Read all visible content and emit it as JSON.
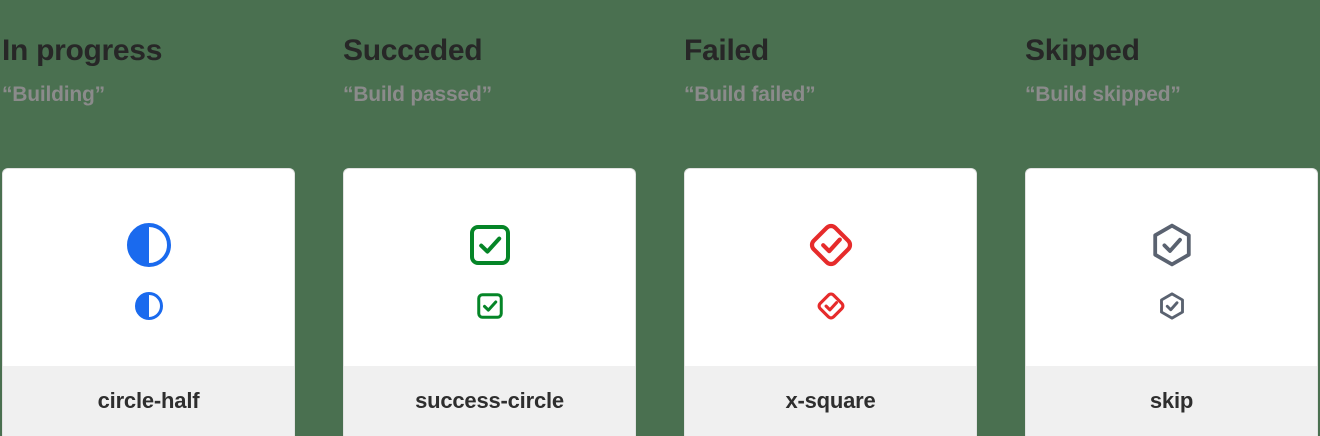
{
  "page": {
    "background_color": "#4a7050",
    "card_background": "#ffffff",
    "footer_background": "#f0f0f0",
    "heading_color": "#272727",
    "quote_color": "#8b8b8b",
    "label_color": "#2e2e2e"
  },
  "columns": [
    {
      "heading": "In progress",
      "quote": "“Building”",
      "icon_name": "circle-half",
      "icon_semantic": "circle-half-icon",
      "icon_color": "#1a6aee",
      "label": "circle-half"
    },
    {
      "heading": "Succeded",
      "quote": "“Build passed”",
      "icon_name": "success-circle",
      "icon_semantic": "check-square-icon",
      "icon_color": "#058527",
      "label": "success-circle"
    },
    {
      "heading": "Failed",
      "quote": "“Build failed”",
      "icon_name": "x-square",
      "icon_semantic": "check-diamond-icon",
      "icon_color": "#e62b2b",
      "label": "x-square"
    },
    {
      "heading": "Skipped",
      "quote": "“Build skipped”",
      "icon_name": "skip",
      "icon_semantic": "check-hexagon-icon",
      "icon_color": "#5a6270",
      "label": "skip"
    }
  ]
}
